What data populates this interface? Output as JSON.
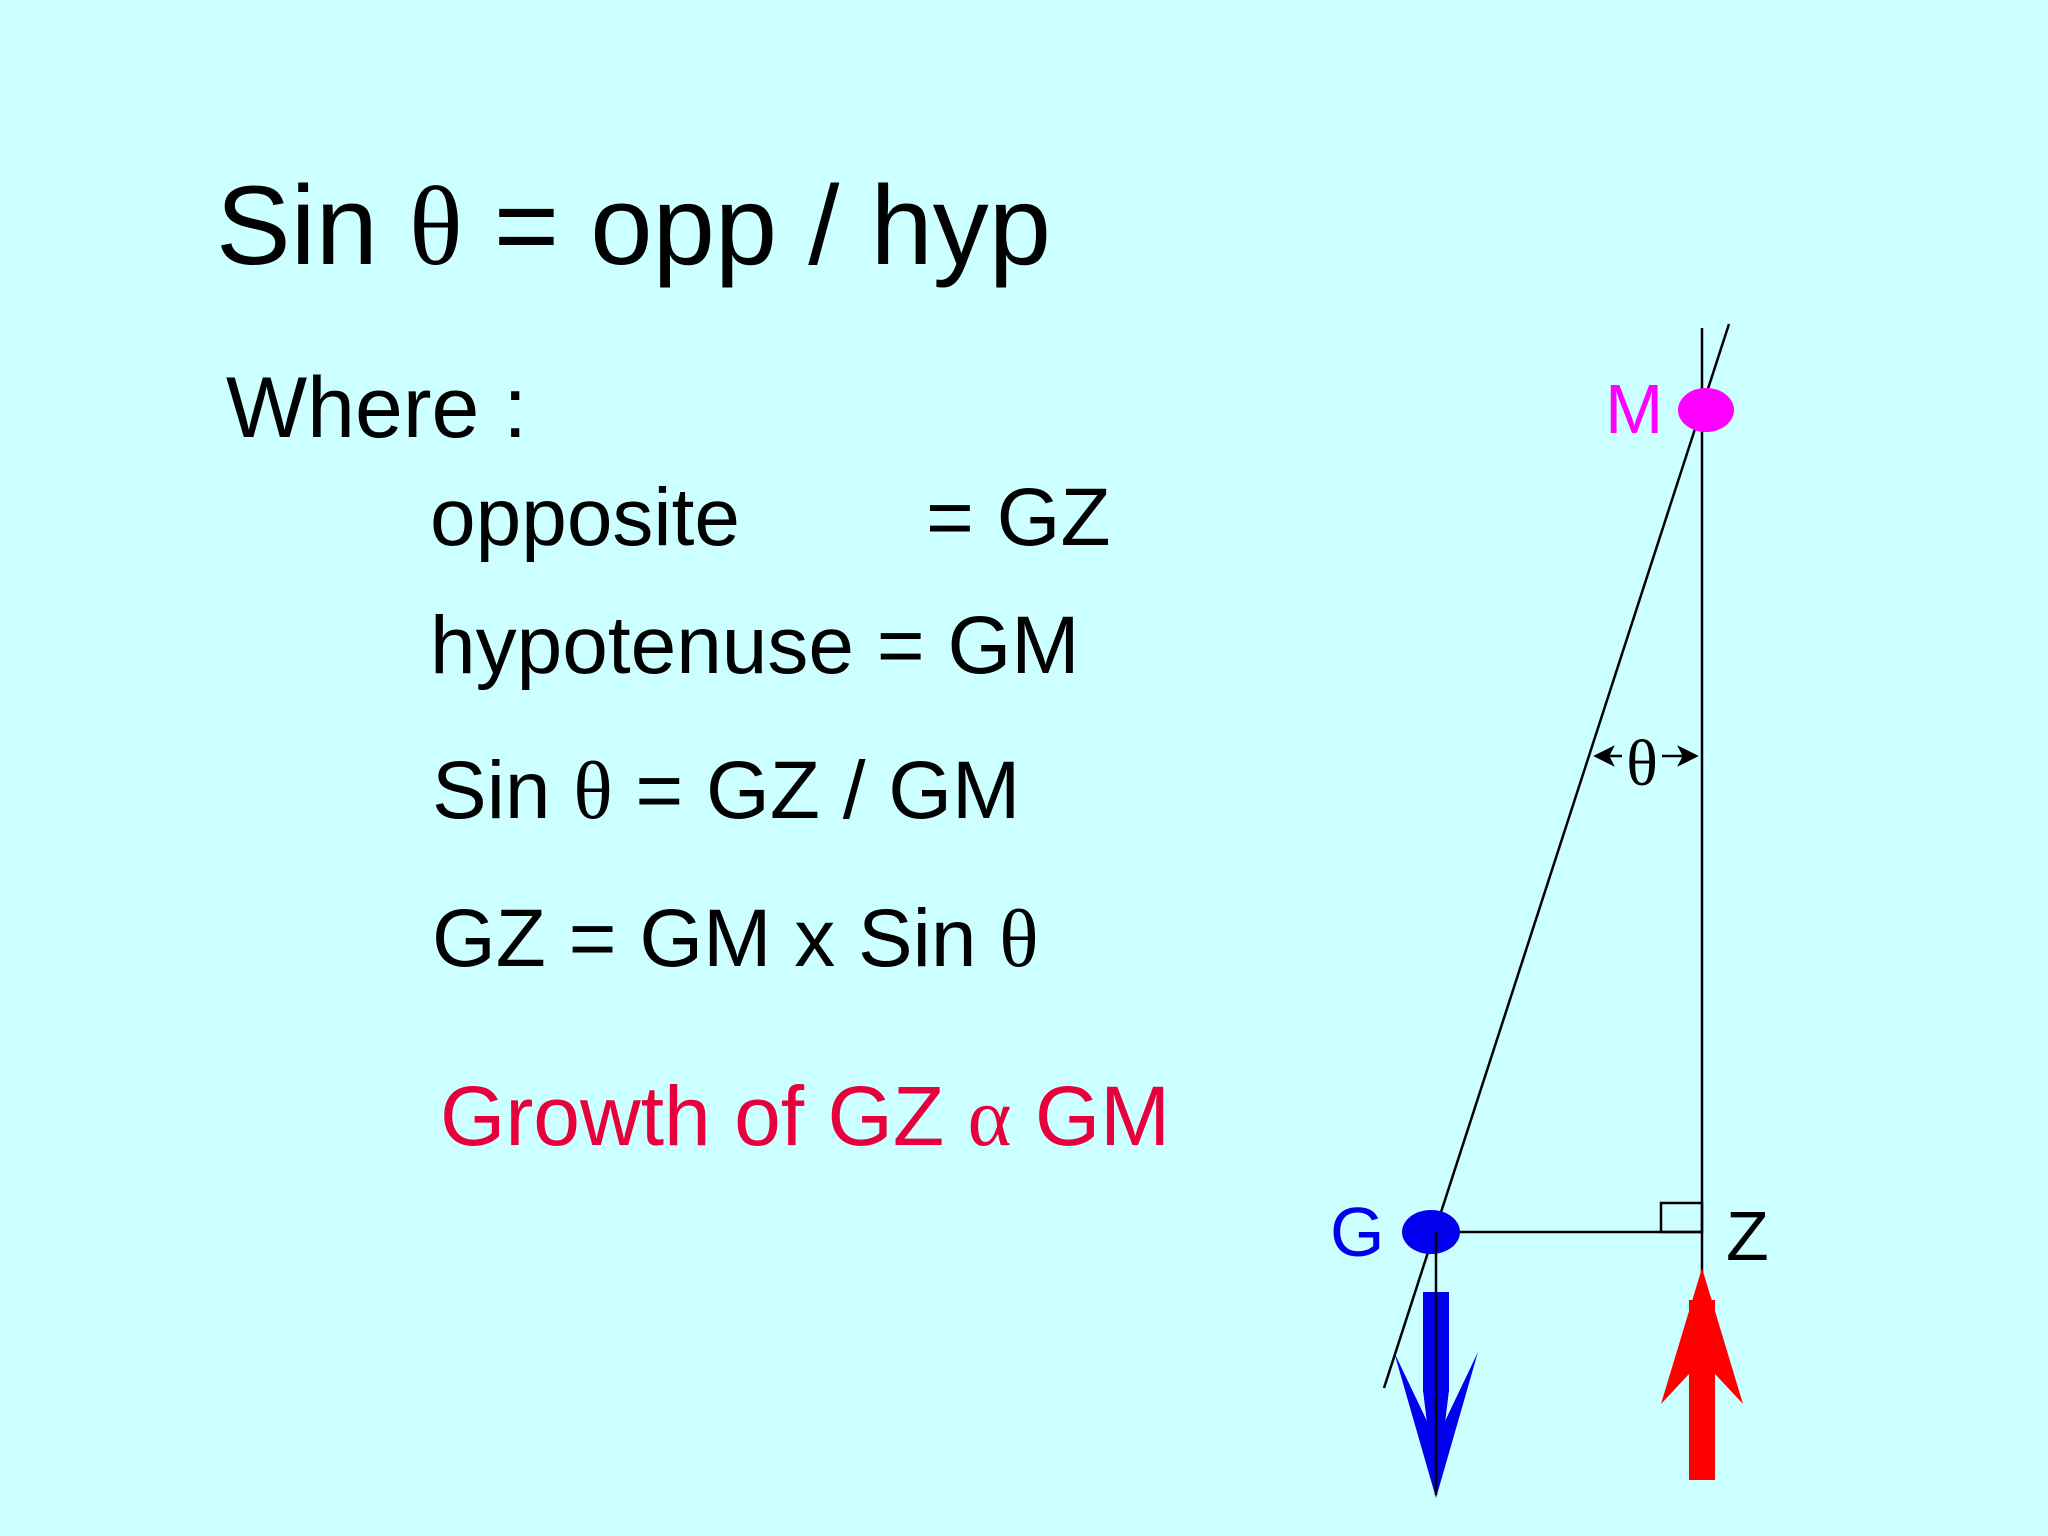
{
  "title": {
    "prefix": "Sin ",
    "theta": "θ",
    "suffix": " = opp / hyp"
  },
  "where_label": "Where  :",
  "definitions": {
    "opposite_label": "opposite",
    "opposite_value": "= GZ",
    "hypotenuse_line": "hypotenuse = GM",
    "sin_prefix": "Sin ",
    "sin_theta": "θ",
    "sin_suffix": " = GZ / GM",
    "gz_prefix": "GZ = GM x Sin ",
    "gz_theta": "θ"
  },
  "conclusion": {
    "prefix": "Growth of GZ ",
    "alpha": "α",
    "suffix": " GM",
    "color": "#e8003c"
  },
  "diagram": {
    "label_M": "M",
    "label_G": "G",
    "label_Z": "Z",
    "angle_symbol": "θ",
    "colors": {
      "M": "#ff00ff",
      "G": "#0000ee",
      "buoyancy_arrow": "#ff0000",
      "gravity_arrow": "#0000ee"
    }
  }
}
